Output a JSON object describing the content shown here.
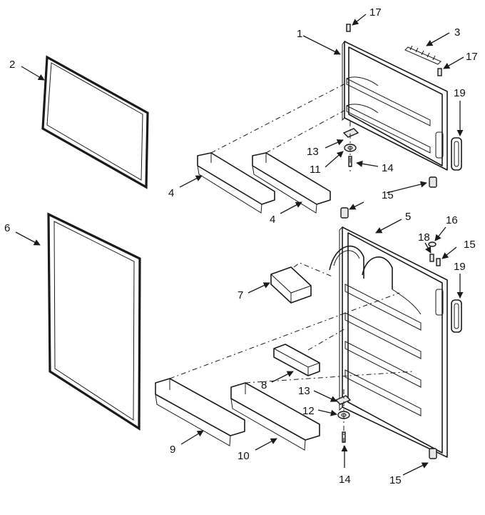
{
  "callouts": {
    "c1": "1",
    "c2": "2",
    "c3": "3",
    "c4a": "4",
    "c4b": "4",
    "c5": "5",
    "c6": "6",
    "c7": "7",
    "c8": "8",
    "c9": "9",
    "c10": "10",
    "c11": "11",
    "c12": "12",
    "c13a": "13",
    "c13b": "13",
    "c14a": "14",
    "c14b": "14",
    "c15a": "15",
    "c15b": "15",
    "c15c": "15",
    "c16": "16",
    "c17a": "17",
    "c17b": "17",
    "c18": "18",
    "c19a": "19",
    "c19b": "19"
  }
}
